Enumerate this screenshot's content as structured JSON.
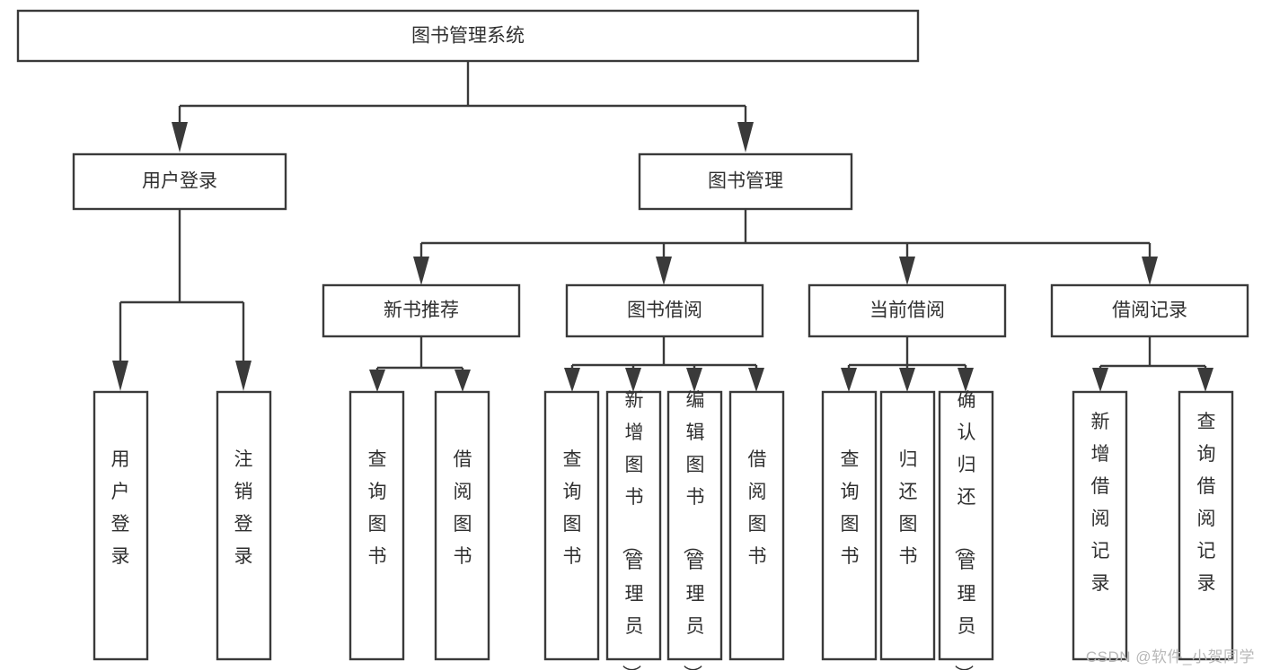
{
  "diagram": {
    "type": "tree-hierarchy-flowchart",
    "title": "图书管理系统",
    "watermark": "CSDN @软件_小贺同学",
    "colors": {
      "stroke": "#3a3a3a",
      "box_fill": "#ffffff",
      "text": "#303030",
      "background": "#ffffff",
      "watermark": "#b8b8b8"
    },
    "nodes": {
      "root": {
        "label": "图书管理系统",
        "orientation": "horizontal"
      },
      "level1": [
        {
          "id": "user-login",
          "label": "用户登录",
          "orientation": "horizontal"
        },
        {
          "id": "book-manage",
          "label": "图书管理",
          "orientation": "horizontal"
        }
      ],
      "level2": [
        {
          "id": "new-book-recommend",
          "label": "新书推荐",
          "orientation": "horizontal"
        },
        {
          "id": "book-borrow",
          "label": "图书借阅",
          "orientation": "horizontal"
        },
        {
          "id": "current-borrow",
          "label": "当前借阅",
          "orientation": "horizontal"
        },
        {
          "id": "borrow-record",
          "label": "借阅记录",
          "orientation": "horizontal"
        }
      ],
      "leaves": {
        "user-login": [
          {
            "id": "leaf-user-login",
            "label": "用户登录",
            "orientation": "vertical"
          },
          {
            "id": "leaf-user-logout",
            "label": "注销登录",
            "orientation": "vertical"
          }
        ],
        "new-book-recommend": [
          {
            "id": "leaf-query-book-1",
            "label": "查询图书",
            "orientation": "vertical"
          },
          {
            "id": "leaf-borrow-book-1",
            "label": "借阅图书",
            "orientation": "vertical"
          }
        ],
        "book-borrow": [
          {
            "id": "leaf-query-book-2",
            "label": "查询图书",
            "orientation": "vertical"
          },
          {
            "id": "leaf-add-book",
            "label": "新增图书（管理员）",
            "orientation": "vertical"
          },
          {
            "id": "leaf-edit-book",
            "label": "编辑图书（管理员）",
            "orientation": "vertical"
          },
          {
            "id": "leaf-borrow-book-2",
            "label": "借阅图书",
            "orientation": "vertical"
          }
        ],
        "current-borrow": [
          {
            "id": "leaf-query-book-3",
            "label": "查询图书",
            "orientation": "vertical"
          },
          {
            "id": "leaf-return-book",
            "label": "归还图书",
            "orientation": "vertical"
          },
          {
            "id": "leaf-confirm-return",
            "label": "确认归还（管理员）",
            "orientation": "vertical"
          }
        ],
        "borrow-record": [
          {
            "id": "leaf-add-record",
            "label": "新增借阅记录",
            "orientation": "vertical"
          },
          {
            "id": "leaf-query-record",
            "label": "查询借阅记录",
            "orientation": "vertical"
          }
        ]
      }
    }
  }
}
